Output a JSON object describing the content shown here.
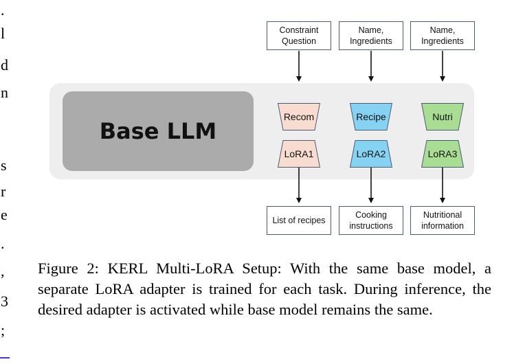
{
  "margin_fragments": [
    ".",
    "l",
    "d",
    "n",
    "s",
    "r",
    "e",
    ".",
    ",",
    "3",
    ";"
  ],
  "diagram": {
    "base_model": "Base LLM",
    "columns": [
      {
        "input": "Constraint Question",
        "task_module": "Recom",
        "adapter": "LoRA1",
        "output": "List of recipes",
        "color": "#f8dccf"
      },
      {
        "input": "Name, Ingredients",
        "task_module": "Recipe",
        "adapter": "LoRA2",
        "output": "Cooking instructions",
        "color": "#86d2f2"
      },
      {
        "input": "Name, Ingredients",
        "task_module": "Nutri",
        "adapter": "LoRA3",
        "output": "Nutritional information",
        "color": "#aadd94"
      }
    ],
    "colors": {
      "panel": "#eeeeee",
      "base_box": "#ababab",
      "box_border": "#4a5a70"
    }
  },
  "caption": "Figure 2: KERL Multi-LoRA Setup: With the same base model, a separate LoRA adapter is trained for each task. During inference, the desired adapter is activated while base model remains the same."
}
